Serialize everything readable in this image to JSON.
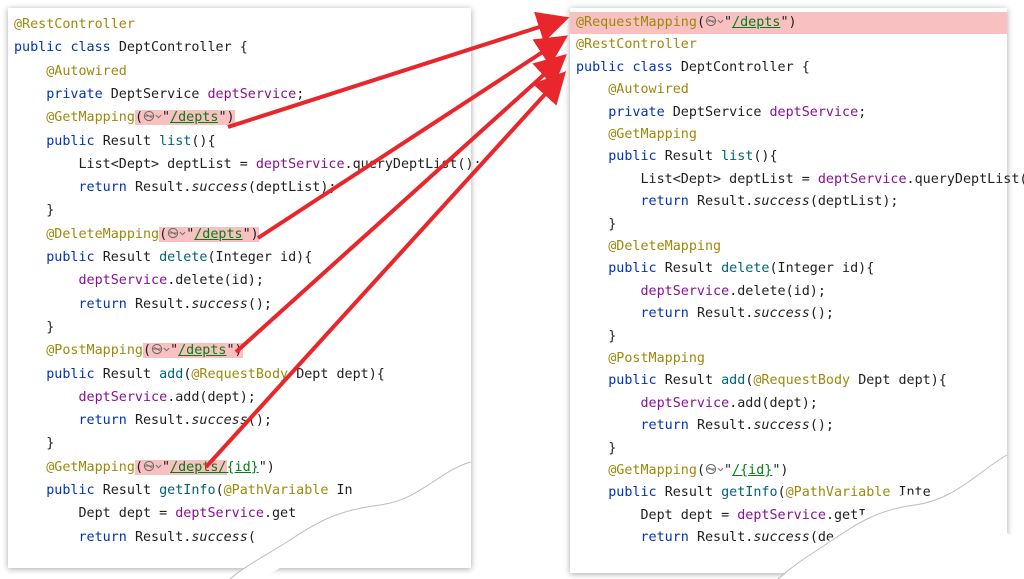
{
  "left": {
    "lines": [
      [
        {
          "t": "@RestController",
          "c": "ann"
        }
      ],
      [
        {
          "t": "public ",
          "c": "kw"
        },
        {
          "t": "class ",
          "c": "kw"
        },
        {
          "t": "DeptController {"
        }
      ],
      [
        {
          "t": "    "
        },
        {
          "t": "@Autowired",
          "c": "ann"
        }
      ],
      [
        {
          "t": "    "
        },
        {
          "t": "private ",
          "c": "kw"
        },
        {
          "t": "DeptService "
        },
        {
          "t": "deptService",
          "c": "fld"
        },
        {
          "t": ";"
        }
      ],
      [
        {
          "t": "    "
        },
        {
          "t": "@GetMapping",
          "c": "ann"
        },
        {
          "t": "(",
          "c": "mark"
        },
        {
          "g": 1,
          "c": "mark"
        },
        {
          "t": "\"",
          "c": "mark"
        },
        {
          "t": "/depts",
          "c": "str mark"
        },
        {
          "t": "\")",
          "c": "mark"
        }
      ],
      [
        {
          "t": "    "
        },
        {
          "t": "public ",
          "c": "kw"
        },
        {
          "t": "Result "
        },
        {
          "t": "list",
          "c": "fn"
        },
        {
          "t": "(){"
        }
      ],
      [
        {
          "t": "        List<Dept> deptList = "
        },
        {
          "t": "deptService",
          "c": "fld"
        },
        {
          "t": ".queryDeptList();"
        }
      ],
      [
        {
          "t": "        "
        },
        {
          "t": "return ",
          "c": "kw"
        },
        {
          "t": "Result."
        },
        {
          "t": "success",
          "c": "it"
        },
        {
          "t": "(deptList);"
        }
      ],
      [
        {
          "t": "    }"
        }
      ],
      [
        {
          "t": "    "
        },
        {
          "t": "@DeleteMapping",
          "c": "ann"
        },
        {
          "t": "(",
          "c": "mark"
        },
        {
          "g": 1,
          "c": "mark"
        },
        {
          "t": "\"",
          "c": "mark"
        },
        {
          "t": "/depts",
          "c": "str mark"
        },
        {
          "t": "\")",
          "c": "mark"
        }
      ],
      [
        {
          "t": "    "
        },
        {
          "t": "public ",
          "c": "kw"
        },
        {
          "t": "Result "
        },
        {
          "t": "delete",
          "c": "fn"
        },
        {
          "t": "(Integer id){"
        }
      ],
      [
        {
          "t": "        "
        },
        {
          "t": "deptService",
          "c": "fld"
        },
        {
          "t": ".delete(id);"
        }
      ],
      [
        {
          "t": "        "
        },
        {
          "t": "return ",
          "c": "kw"
        },
        {
          "t": "Result."
        },
        {
          "t": "success",
          "c": "it"
        },
        {
          "t": "();"
        }
      ],
      [
        {
          "t": "    }"
        }
      ],
      [
        {
          "t": "    "
        },
        {
          "t": "@PostMapping",
          "c": "ann"
        },
        {
          "t": "(",
          "c": "mark"
        },
        {
          "g": 1,
          "c": "mark"
        },
        {
          "t": "\"",
          "c": "mark"
        },
        {
          "t": "/depts",
          "c": "str mark"
        },
        {
          "t": "\")",
          "c": "mark"
        }
      ],
      [
        {
          "t": "    "
        },
        {
          "t": "public ",
          "c": "kw"
        },
        {
          "t": "Result "
        },
        {
          "t": "add",
          "c": "fn"
        },
        {
          "t": "("
        },
        {
          "t": "@RequestBody ",
          "c": "ann"
        },
        {
          "t": "Dept dept){"
        }
      ],
      [
        {
          "t": "        "
        },
        {
          "t": "deptService",
          "c": "fld"
        },
        {
          "t": ".add(dept);"
        }
      ],
      [
        {
          "t": "        "
        },
        {
          "t": "return ",
          "c": "kw"
        },
        {
          "t": "Result."
        },
        {
          "t": "success",
          "c": "it"
        },
        {
          "t": "();"
        }
      ],
      [
        {
          "t": "    }"
        }
      ],
      [
        {
          "t": "    "
        },
        {
          "t": "@GetMapping",
          "c": "ann"
        },
        {
          "t": "(",
          "c": "mark"
        },
        {
          "g": 1,
          "c": "mark"
        },
        {
          "t": "\"",
          "c": "mark"
        },
        {
          "t": "/depts/",
          "c": "str mark"
        },
        {
          "t": "{id}",
          "c": "str"
        },
        {
          "t": "\")"
        }
      ],
      [
        {
          "t": "    "
        },
        {
          "t": "public ",
          "c": "kw"
        },
        {
          "t": "Result "
        },
        {
          "t": "getInfo",
          "c": "fn"
        },
        {
          "t": "("
        },
        {
          "t": "@PathVariable ",
          "c": "ann"
        },
        {
          "t": "In"
        }
      ],
      [
        {
          "t": "        Dept dept = "
        },
        {
          "t": "deptService",
          "c": "fld"
        },
        {
          "t": ".get"
        }
      ],
      [
        {
          "t": "        "
        },
        {
          "t": "return ",
          "c": "kw"
        },
        {
          "t": "Result."
        },
        {
          "t": "success",
          "c": "it"
        },
        {
          "t": "("
        }
      ]
    ]
  },
  "right": {
    "lines": [
      [
        {
          "t": "@RequestMapping",
          "c": "ann"
        },
        {
          "t": "("
        },
        {
          "g": 1
        },
        {
          "t": "\""
        },
        {
          "t": "/depts",
          "c": "str"
        },
        {
          "t": "\")"
        }
      ],
      [
        {
          "t": "@RestController",
          "c": "ann"
        }
      ],
      [
        {
          "t": "public ",
          "c": "kw"
        },
        {
          "t": "class ",
          "c": "kw"
        },
        {
          "t": "DeptController {"
        }
      ],
      [
        {
          "t": "    "
        },
        {
          "t": "@Autowired",
          "c": "ann"
        }
      ],
      [
        {
          "t": "    "
        },
        {
          "t": "private ",
          "c": "kw"
        },
        {
          "t": "DeptService "
        },
        {
          "t": "deptService",
          "c": "fld"
        },
        {
          "t": ";"
        }
      ],
      [
        {
          "t": "    "
        },
        {
          "t": "@GetMapping",
          "c": "ann"
        }
      ],
      [
        {
          "t": "    "
        },
        {
          "t": "public ",
          "c": "kw"
        },
        {
          "t": "Result "
        },
        {
          "t": "list",
          "c": "fn"
        },
        {
          "t": "(){"
        }
      ],
      [
        {
          "t": "        List<Dept> deptList = "
        },
        {
          "t": "deptService",
          "c": "fld"
        },
        {
          "t": ".queryDeptList();"
        }
      ],
      [
        {
          "t": "        "
        },
        {
          "t": "return ",
          "c": "kw"
        },
        {
          "t": "Result."
        },
        {
          "t": "success",
          "c": "it"
        },
        {
          "t": "(deptList);"
        }
      ],
      [
        {
          "t": "    }"
        }
      ],
      [
        {
          "t": "    "
        },
        {
          "t": "@DeleteMapping",
          "c": "ann"
        }
      ],
      [
        {
          "t": "    "
        },
        {
          "t": "public ",
          "c": "kw"
        },
        {
          "t": "Result "
        },
        {
          "t": "delete",
          "c": "fn"
        },
        {
          "t": "(Integer id){"
        }
      ],
      [
        {
          "t": "        "
        },
        {
          "t": "deptService",
          "c": "fld"
        },
        {
          "t": ".delete(id);"
        }
      ],
      [
        {
          "t": "        "
        },
        {
          "t": "return ",
          "c": "kw"
        },
        {
          "t": "Result."
        },
        {
          "t": "success",
          "c": "it"
        },
        {
          "t": "();"
        }
      ],
      [
        {
          "t": "    }"
        }
      ],
      [
        {
          "t": "    "
        },
        {
          "t": "@PostMapping",
          "c": "ann"
        }
      ],
      [
        {
          "t": "    "
        },
        {
          "t": "public ",
          "c": "kw"
        },
        {
          "t": "Result "
        },
        {
          "t": "add",
          "c": "fn"
        },
        {
          "t": "("
        },
        {
          "t": "@RequestBody ",
          "c": "ann"
        },
        {
          "t": "Dept dept){"
        }
      ],
      [
        {
          "t": "        "
        },
        {
          "t": "deptService",
          "c": "fld"
        },
        {
          "t": ".add(dept);"
        }
      ],
      [
        {
          "t": "        "
        },
        {
          "t": "return ",
          "c": "kw"
        },
        {
          "t": "Result."
        },
        {
          "t": "success",
          "c": "it"
        },
        {
          "t": "();"
        }
      ],
      [
        {
          "t": "    }"
        }
      ],
      [
        {
          "t": "    "
        },
        {
          "t": "@GetMapping",
          "c": "ann"
        },
        {
          "t": "("
        },
        {
          "g": 1
        },
        {
          "t": "\""
        },
        {
          "t": "/",
          "c": "str"
        },
        {
          "t": "{id}",
          "c": "str"
        },
        {
          "t": "\")"
        }
      ],
      [
        {
          "t": "    "
        },
        {
          "t": "public ",
          "c": "kw"
        },
        {
          "t": "Result "
        },
        {
          "t": "getInfo",
          "c": "fn"
        },
        {
          "t": "("
        },
        {
          "t": "@PathVariable ",
          "c": "ann"
        },
        {
          "t": "Inte"
        }
      ],
      [
        {
          "t": "        Dept dept = "
        },
        {
          "t": "deptService",
          "c": "fld"
        },
        {
          "t": ".getI"
        }
      ],
      [
        {
          "t": "        "
        },
        {
          "t": "return ",
          "c": "kw"
        },
        {
          "t": "Result."
        },
        {
          "t": "success",
          "c": "it"
        },
        {
          "t": "(de"
        }
      ]
    ]
  },
  "colors": {
    "arrow": "#e8262b",
    "highlight": "#f8c0c0"
  }
}
